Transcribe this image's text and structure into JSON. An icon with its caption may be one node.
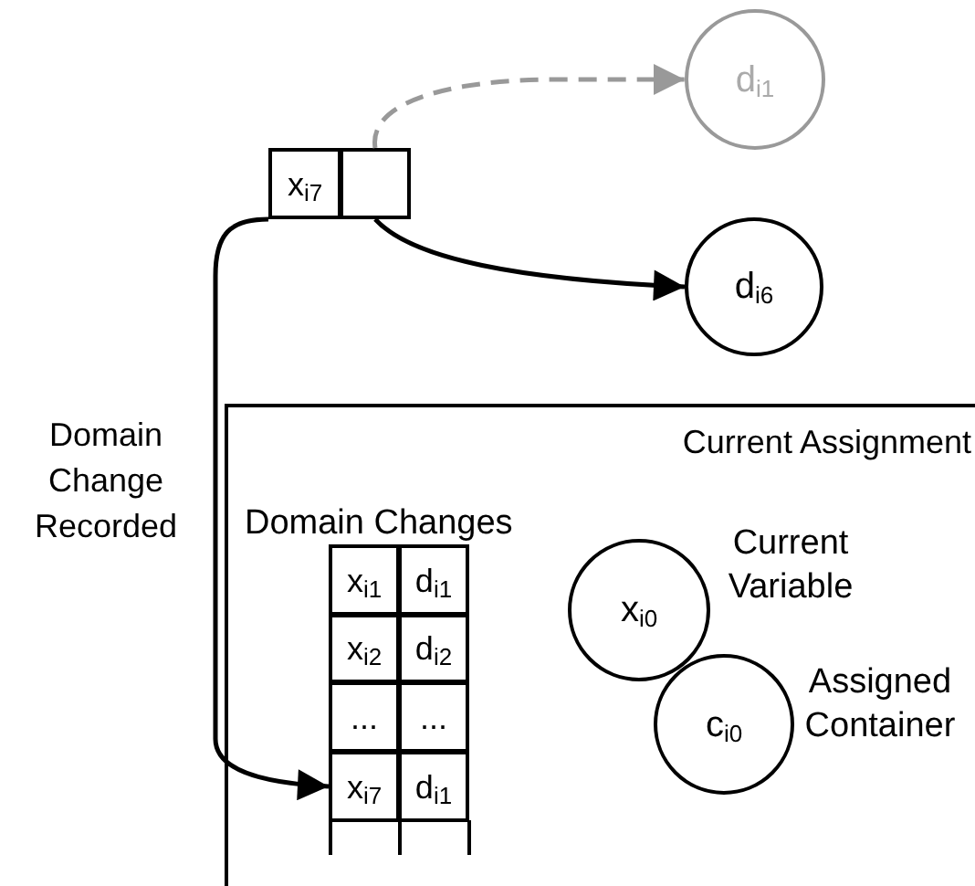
{
  "diagram": {
    "nodes": [
      {
        "text": [
          "x$_{i7}$"
        ]
      },
      {
        "text": [],
        "shape": "box"
      },
      {
        "text": [
          "d$_{i1}$"
        ]
      },
      {
        "text": [
          "d$_{i6}$"
        ]
      },
      {
        "text": [
          "Current Assignment"
        ]
      },
      {
        "text": [
          "x$_{i1}$"
        ],
        "in": 4
      },
      {
        "text": [
          "d$_{i1}$"
        ],
        "in": 4
      },
      {
        "text": [
          "x$_{i2}$"
        ],
        "in": 4
      },
      {
        "text": [
          "d$_{i2}$"
        ],
        "in": 4
      },
      {
        "text": [
          "..."
        ],
        "in": 4
      },
      {
        "text": [
          "..."
        ],
        "in": 4
      },
      {
        "text": [
          "x$_{i7}$"
        ],
        "in": 4
      },
      {
        "text": [
          "d$_{i1}$"
        ],
        "in": 4
      },
      {
        "text": [
          "x$_{i0}$"
        ],
        "in": 4,
        "beside": [
          "Current Variable"
        ]
      },
      {
        "text": [
          "c$_{i0}$"
        ],
        "in": 4,
        "beside": [
          "Assigned Container"
        ]
      }
    ],
    "edges": [
      {
        "from": 1,
        "to": 2,
        "arrow": "to",
        "style": "dashed",
        "color": "#999999"
      },
      {
        "from": 1,
        "to": 3,
        "arrow": "to"
      },
      {
        "from": 0,
        "to": 11,
        "arrow": "to",
        "label": "Domain Change Recorded"
      }
    ],
    "labels": [
      "Domain Changes"
    ]
  }
}
